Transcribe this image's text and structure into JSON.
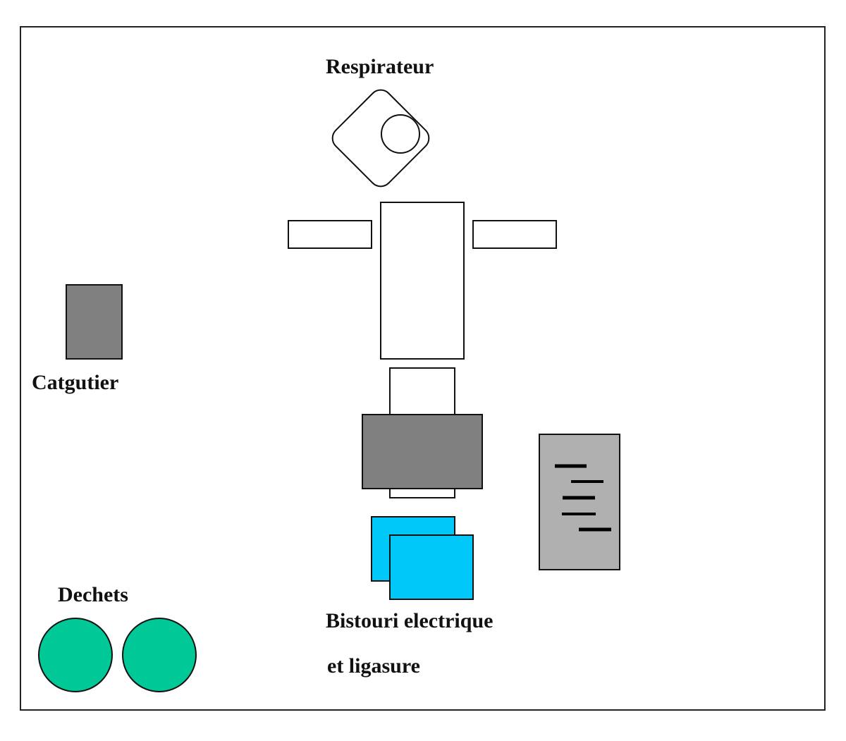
{
  "labels": {
    "respirateur": "Respirateur",
    "catgutier": "Catgutier",
    "dechets": "Dechets",
    "bistouri_line1": "Bistouri electrique",
    "bistouri_line2": "et ligasure"
  },
  "colors": {
    "frame": "#222222",
    "outline": "#111111",
    "gray_dark": "#808080",
    "gray_light": "#b0b0b0",
    "cyan": "#00c8f8",
    "green": "#00c896",
    "white": "#ffffff"
  }
}
